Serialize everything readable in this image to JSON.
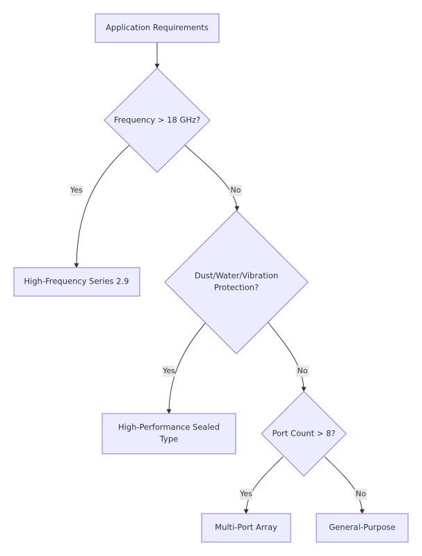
{
  "nodes": {
    "start": "Application Requirements",
    "q_frequency": "Frequency > 18 GHz?",
    "high_frequency": "High-Frequency Series 2.9",
    "q_protection_line1": "Dust/Water/Vibration",
    "q_protection_line2": "Protection?",
    "sealed_line1": "High-Performance Sealed",
    "sealed_line2": "Type",
    "q_ports": "Port Count > 8?",
    "multi_port": "Multi-Port Array",
    "general": "General-Purpose"
  },
  "edges": {
    "freq_yes": "Yes",
    "freq_no": "No",
    "prot_yes": "Yes",
    "prot_no": "No",
    "ports_yes": "Yes",
    "ports_no": "No"
  }
}
